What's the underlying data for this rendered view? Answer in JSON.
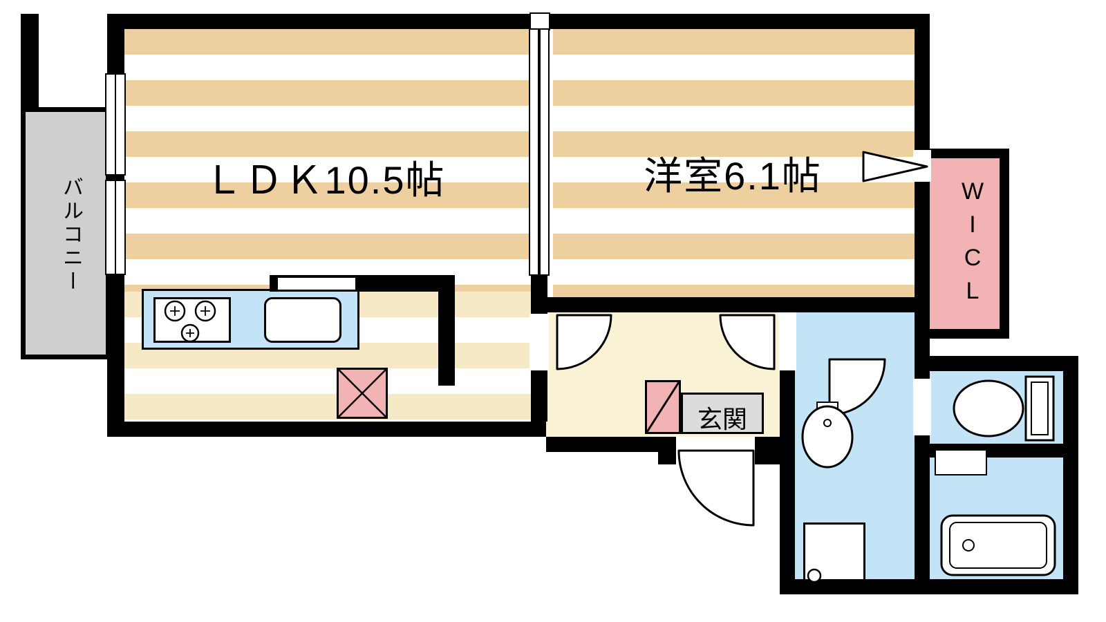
{
  "floorplan": {
    "rooms": {
      "ldk": {
        "label": "ＬＤＫ10.5帖"
      },
      "western_room": {
        "label": "洋室6.1帖"
      },
      "balcony": {
        "label": "バルコニー"
      },
      "walk_in_closet": {
        "label": "WICL"
      },
      "entrance": {
        "label": "玄関"
      }
    },
    "legend_colors": {
      "wall": "#000000",
      "flooring_stripe": "#eecf9f",
      "flooring_stripe_light": "#f6eac6",
      "hallway_floor": "#f9f2d4",
      "wet_area_blue": "#c2e4f6",
      "accent_pink": "#f2b3b5",
      "balcony_gray": "#cfcfcf",
      "entrance_mat_gray": "#dcdcdc"
    }
  }
}
